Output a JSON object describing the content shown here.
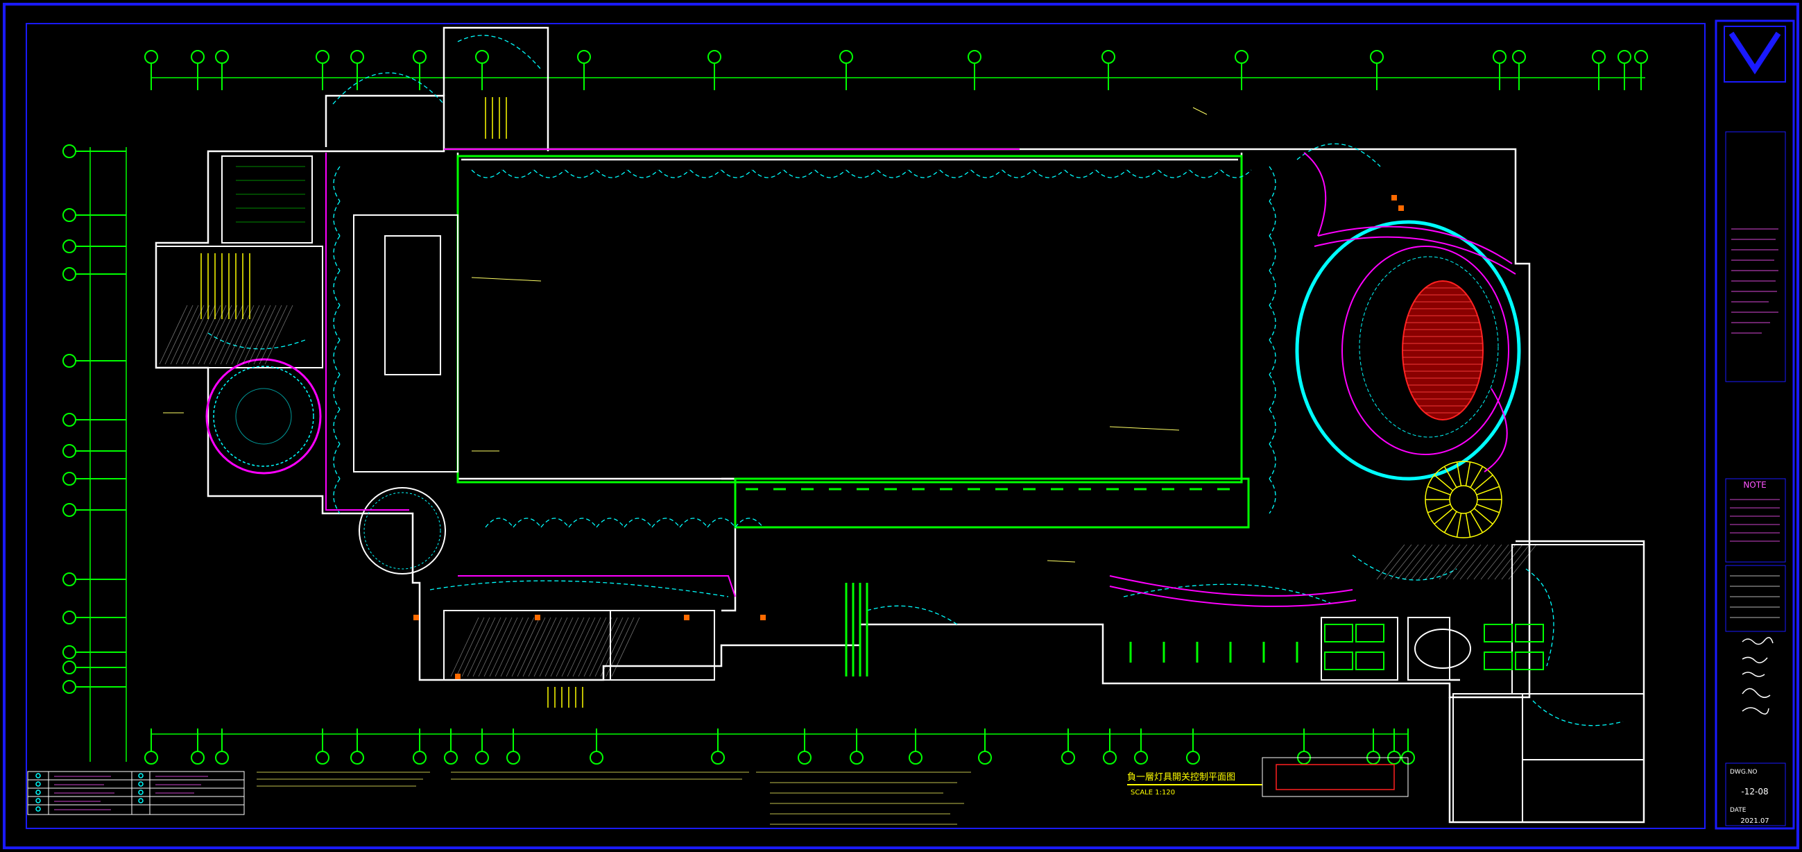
{
  "drawing": {
    "title": "負一層灯具開关控制平面图",
    "scale": "SCALE 1:120"
  },
  "title_block": {
    "note_heading": "NOTE",
    "drawing_no_label": "DWG.NO",
    "drawing_no": "-12-08",
    "date_label": "DATE",
    "date": "2021.07"
  },
  "colors": {
    "background": "#000000",
    "frame": "#1a1aff",
    "grid": "#00ff00",
    "walls": "#ffffff",
    "lighting": "#00ffff",
    "circuits": "#ff00ff",
    "seating": "#ff2020",
    "stairs": "#ffff00"
  }
}
